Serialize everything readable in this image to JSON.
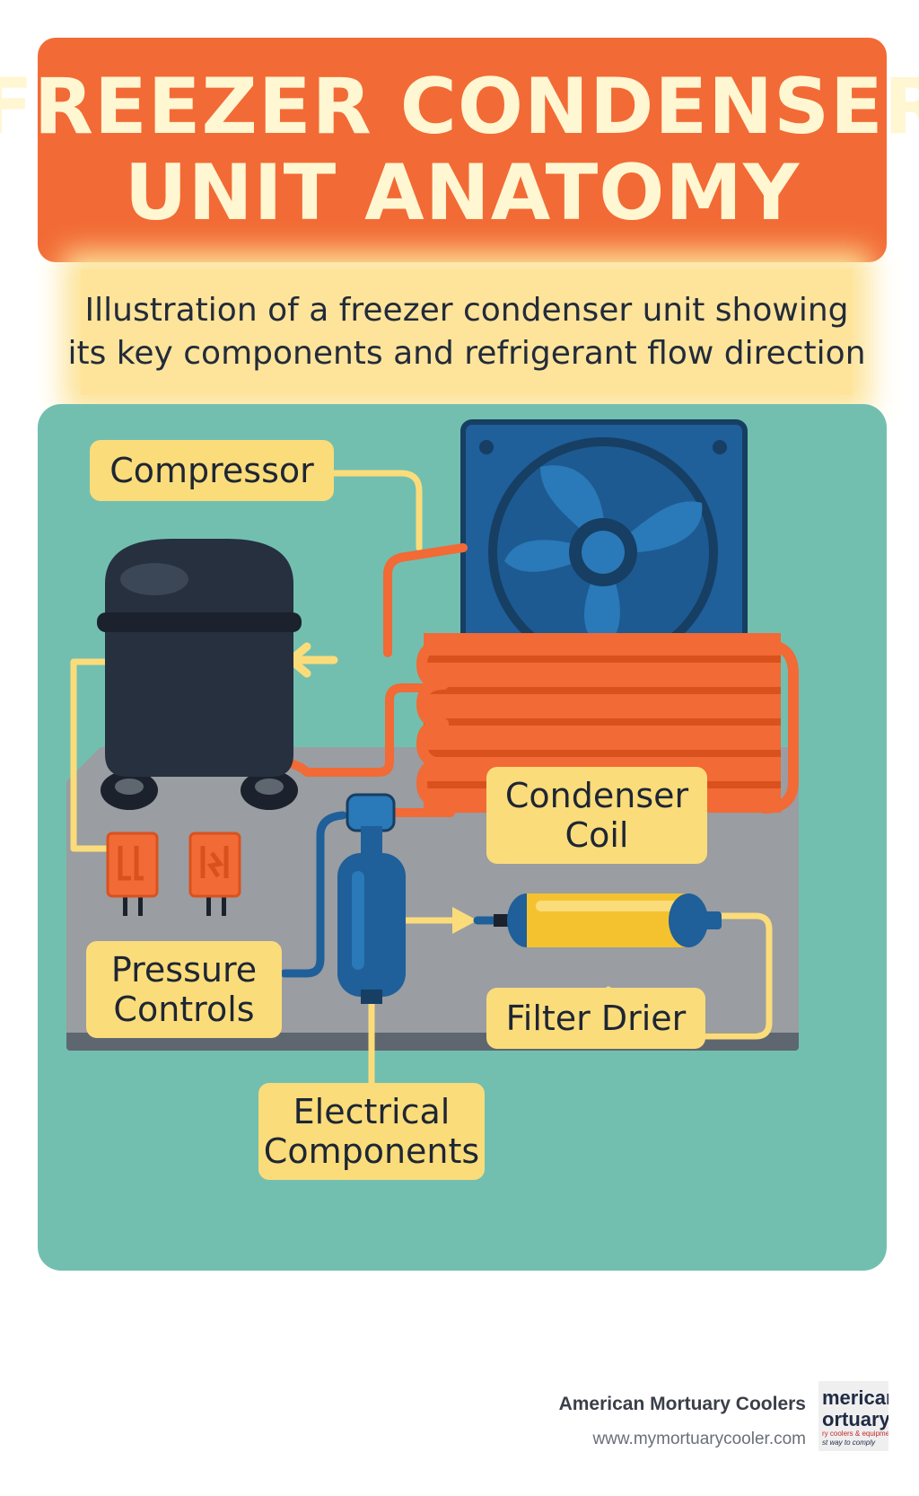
{
  "title": {
    "lines": [
      "FREEZER CONDENSER",
      "UNIT ANATOMY"
    ]
  },
  "subtitle": {
    "lines": [
      "Illustration of a freezer condenser unit showing",
      "its key components and refrigerant flow direction"
    ]
  },
  "labels": {
    "compressor": [
      "Compressor"
    ],
    "condenser_coil": [
      "Condenser",
      "Coil"
    ],
    "pressure_controls": [
      "Pressure",
      "Controls"
    ],
    "filter_drier": [
      "Filter Drier"
    ],
    "electrical_components": [
      "Electrical",
      "Components"
    ]
  },
  "footer": {
    "brand": "American Mortuary Coolers",
    "url": "www.mymortuarycooler.com",
    "logo_lines": [
      "merican",
      "ortuary",
      "ry coolers & equipment",
      "st way to comply"
    ]
  },
  "colors": {
    "banner": "#f26a35",
    "subtitle_band": "#fde49a",
    "panel": "#72bfb0",
    "label_box": "#fbdc7a",
    "coil": "#f26a35",
    "fan_housing": "#1f5f9a",
    "compressor": "#26303f",
    "filter_drier": "#f5c22f"
  }
}
